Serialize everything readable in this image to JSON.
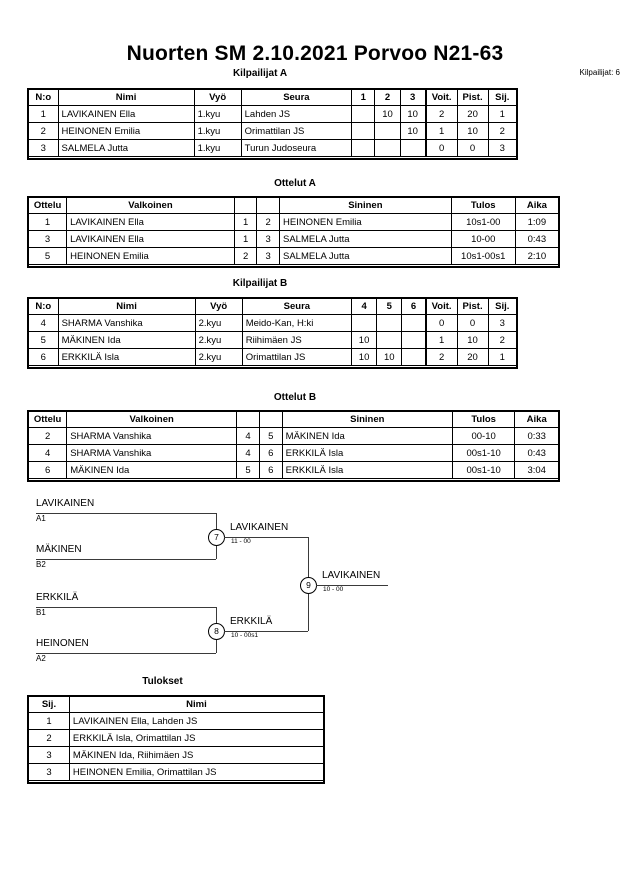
{
  "header": {
    "title": "Nuorten SM  2.10.2021  Porvoo   N21-63",
    "entrant_count": "Kilpailijat: 6"
  },
  "pool_a": {
    "caption": "Kilpailijat A",
    "columns": [
      "N:o",
      "Nimi",
      "Vyö",
      "Seura",
      "1",
      "2",
      "3",
      "Voit.",
      "Pist.",
      "Sij."
    ],
    "rows": [
      {
        "no": "1",
        "name": "LAVIKAINEN Ella",
        "belt": "1.kyu",
        "club": "Lahden JS",
        "m1": "",
        "m2": "10",
        "m3": "10",
        "wins": "2",
        "points": "20",
        "rank": "1"
      },
      {
        "no": "2",
        "name": "HEINONEN Emilia",
        "belt": "1.kyu",
        "club": "Orimattilan JS",
        "m1": "",
        "m2": "",
        "m3": "10",
        "wins": "1",
        "points": "10",
        "rank": "2"
      },
      {
        "no": "3",
        "name": "SALMELA Jutta",
        "belt": "1.kyu",
        "club": "Turun Judoseura",
        "m1": "",
        "m2": "",
        "m3": "",
        "wins": "0",
        "points": "0",
        "rank": "3"
      }
    ]
  },
  "matches_a": {
    "caption": "Ottelut A",
    "columns": [
      "Ottelu",
      "Valkoinen",
      "",
      "",
      "Sininen",
      "Tulos",
      "Aika"
    ],
    "rows": [
      {
        "match": "1",
        "white": "LAVIKAINEN Ella",
        "white_no": "1",
        "blue_no": "2",
        "blue": "HEINONEN Emilia",
        "result": "10s1-00",
        "time": "1:09"
      },
      {
        "match": "3",
        "white": "LAVIKAINEN Ella",
        "white_no": "1",
        "blue_no": "3",
        "blue": "SALMELA Jutta",
        "result": "10-00",
        "time": "0:43"
      },
      {
        "match": "5",
        "white": "HEINONEN Emilia",
        "white_no": "2",
        "blue_no": "3",
        "blue": "SALMELA Jutta",
        "result": "10s1-00s1",
        "time": "2:10"
      }
    ]
  },
  "pool_b": {
    "caption": "Kilpailijat B",
    "columns": [
      "N:o",
      "Nimi",
      "Vyö",
      "Seura",
      "4",
      "5",
      "6",
      "Voit.",
      "Pist.",
      "Sij."
    ],
    "rows": [
      {
        "no": "4",
        "name": "SHARMA Vanshika",
        "belt": "2.kyu",
        "club": "Meido-Kan, H:ki",
        "m1": "",
        "m2": "",
        "m3": "",
        "wins": "0",
        "points": "0",
        "rank": "3"
      },
      {
        "no": "5",
        "name": "MÄKINEN Ida",
        "belt": "2.kyu",
        "club": "Riihimäen JS",
        "m1": "10",
        "m2": "",
        "m3": "",
        "wins": "1",
        "points": "10",
        "rank": "2"
      },
      {
        "no": "6",
        "name": "ERKKILÄ Isla",
        "belt": "2.kyu",
        "club": "Orimattilan JS",
        "m1": "10",
        "m2": "10",
        "m3": "",
        "wins": "2",
        "points": "20",
        "rank": "1"
      }
    ]
  },
  "matches_b": {
    "caption": "Ottelut B",
    "columns": [
      "Ottelu",
      "Valkoinen",
      "",
      "",
      "Sininen",
      "Tulos",
      "Aika"
    ],
    "rows": [
      {
        "match": "2",
        "white": "SHARMA Vanshika",
        "white_no": "4",
        "blue_no": "5",
        "blue": "MÄKINEN Ida",
        "result": "00-10",
        "time": "0:33"
      },
      {
        "match": "4",
        "white": "SHARMA Vanshika",
        "white_no": "4",
        "blue_no": "6",
        "blue": "ERKKILÄ Isla",
        "result": "00s1-10",
        "time": "0:43"
      },
      {
        "match": "6",
        "white": "MÄKINEN Ida",
        "white_no": "5",
        "blue_no": "6",
        "blue": "ERKKILÄ Isla",
        "result": "00s1-10",
        "time": "3:04"
      }
    ]
  },
  "bracket": {
    "seeds": [
      {
        "name": "LAVIKAINEN",
        "seed": "A1"
      },
      {
        "name": "MÄKINEN",
        "seed": "B2"
      },
      {
        "name": "ERKKILÄ",
        "seed": "B1"
      },
      {
        "name": "HEINONEN",
        "seed": "A2"
      }
    ],
    "semifinals": [
      {
        "number": "7",
        "winner": "LAVIKAINEN",
        "score": "11 - 00"
      },
      {
        "number": "8",
        "winner": "ERKKILÄ",
        "score": "10 - 00s1"
      }
    ],
    "final": {
      "number": "9",
      "winner": "LAVIKAINEN",
      "score": "10 - 00"
    }
  },
  "results": {
    "caption": "Tulokset",
    "columns": [
      "Sij.",
      "Nimi"
    ],
    "rows": [
      {
        "rank": "1",
        "name": "LAVIKAINEN Ella, Lahden JS"
      },
      {
        "rank": "2",
        "name": "ERKKILÄ Isla, Orimattilan JS"
      },
      {
        "rank": "3",
        "name": "MÄKINEN Ida, Riihimäen JS"
      },
      {
        "rank": "3",
        "name": "HEINONEN Emilia, Orimattilan JS"
      }
    ]
  }
}
